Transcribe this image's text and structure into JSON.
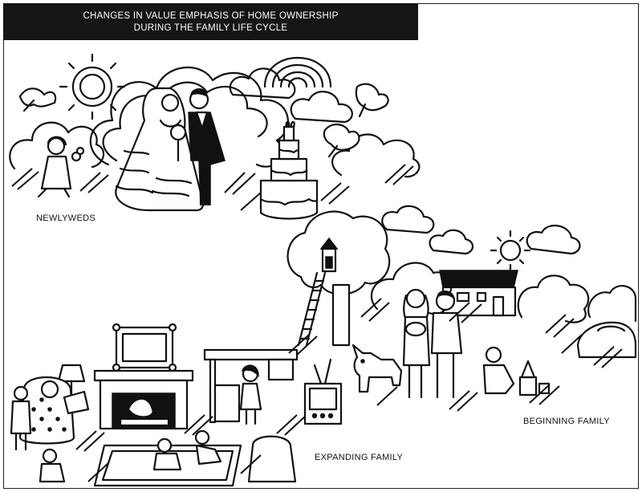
{
  "title": {
    "line1": "CHANGES IN VALUE EMPHASIS OF HOME OWNERSHIP",
    "line2": "DURING THE FAMILY LIFE CYCLE"
  },
  "stages": {
    "newlyweds": "NEWLYWEDS",
    "beginning_family": "BEGINNING FAMILY",
    "expanding_family": "EXPANDING FAMILY"
  },
  "colors": {
    "ink": "#111111",
    "paper": "#ffffff",
    "title_bar": "#151515"
  }
}
